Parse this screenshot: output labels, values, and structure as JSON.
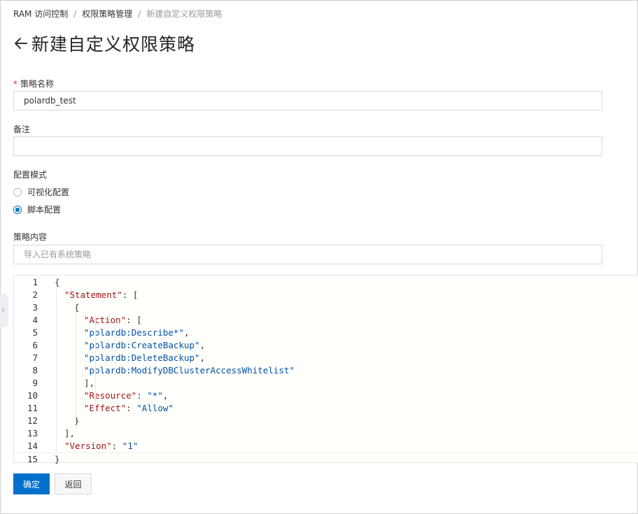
{
  "breadcrumb": {
    "items": [
      "RAM 访问控制",
      "权限策略管理",
      "新建自定义权限策略"
    ],
    "separator": "/"
  },
  "page": {
    "title": "新建自定义权限策略",
    "back_icon": "arrow-left-icon"
  },
  "form": {
    "policy_name": {
      "required_mark": "*",
      "label": "策略名称",
      "value": "polardb_test"
    },
    "remark": {
      "label": "备注",
      "value": ""
    },
    "config_mode": {
      "label": "配置模式",
      "options": [
        {
          "label": "可视化配置",
          "selected": false
        },
        {
          "label": "脚本配置",
          "selected": true
        }
      ]
    },
    "policy_content": {
      "label": "策略内容",
      "import_placeholder": "导入已有系统策略"
    }
  },
  "editor": {
    "line_numbers": [
      "1",
      "2",
      "3",
      "4",
      "5",
      "6",
      "7",
      "8",
      "9",
      "10",
      "11",
      "12",
      "13",
      "14",
      "15"
    ],
    "lines": [
      "{",
      "\"Statement\": [",
      "{",
      "\"Action\": [",
      "\"polardb:Describe*\",",
      "\"polardb:CreateBackup\",",
      "\"polardb:DeleteBackup\",",
      "\"polardb:ModifyDBClusterAccessWhitelist\"",
      "],",
      "\"Resource\": \"*\",",
      "\"Effect\": \"Allow\"",
      "}",
      "],",
      "\"Version\": \"1\"",
      "}"
    ]
  },
  "actions": {
    "confirm": "确定",
    "back": "返回"
  },
  "colors": {
    "primary": "#0070cc",
    "json_key": "#a31515",
    "json_string": "#0451a5",
    "required": "#ee2244"
  }
}
